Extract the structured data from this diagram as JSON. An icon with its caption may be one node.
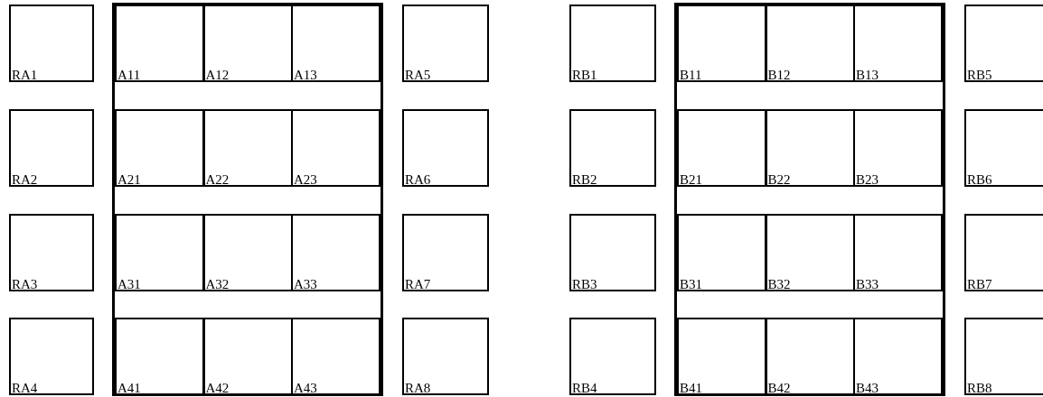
{
  "diagram": {
    "nodes": [
      {
        "text": [
          "RA1"
        ]
      },
      {
        "text": [
          "RA2"
        ]
      },
      {
        "text": [
          "RA3"
        ]
      },
      {
        "text": [
          "RA4"
        ]
      },
      {
        "text": [],
        "shape": "box"
      },
      {
        "text": [
          "A11"
        ],
        "in": 4
      },
      {
        "text": [
          "A12"
        ],
        "in": 4
      },
      {
        "text": [
          "A13"
        ],
        "in": 4
      },
      {
        "text": [
          "A21"
        ],
        "in": 4
      },
      {
        "text": [
          "A22"
        ],
        "in": 4
      },
      {
        "text": [
          "A23"
        ],
        "in": 4
      },
      {
        "text": [
          "A31"
        ],
        "in": 4
      },
      {
        "text": [
          "A32"
        ],
        "in": 4
      },
      {
        "text": [
          "A33"
        ],
        "in": 4
      },
      {
        "text": [
          "A41"
        ],
        "in": 4
      },
      {
        "text": [
          "A42"
        ],
        "in": 4
      },
      {
        "text": [
          "A43"
        ],
        "in": 4
      },
      {
        "text": [
          "RA5"
        ]
      },
      {
        "text": [
          "RA6"
        ]
      },
      {
        "text": [
          "RA7"
        ]
      },
      {
        "text": [
          "RA8"
        ]
      },
      {
        "text": [
          "RB1"
        ]
      },
      {
        "text": [
          "RB2"
        ]
      },
      {
        "text": [
          "RB3"
        ]
      },
      {
        "text": [
          "RB4"
        ]
      },
      {
        "text": [],
        "shape": "box"
      },
      {
        "text": [
          "B11"
        ],
        "in": 25
      },
      {
        "text": [
          "B12"
        ],
        "in": 25
      },
      {
        "text": [
          "B13"
        ],
        "in": 25
      },
      {
        "text": [
          "B21"
        ],
        "in": 25
      },
      {
        "text": [
          "B22"
        ],
        "in": 25
      },
      {
        "text": [
          "B23"
        ],
        "in": 25
      },
      {
        "text": [
          "B31"
        ],
        "in": 25
      },
      {
        "text": [
          "B32"
        ],
        "in": 25
      },
      {
        "text": [
          "B33"
        ],
        "in": 25
      },
      {
        "text": [
          "B41"
        ],
        "in": 25
      },
      {
        "text": [
          "B42"
        ],
        "in": 25
      },
      {
        "text": [
          "B43"
        ],
        "in": 25
      },
      {
        "text": [
          "RB5"
        ]
      },
      {
        "text": [
          "RB6"
        ]
      },
      {
        "text": [
          "RB7"
        ]
      },
      {
        "text": [
          "RB8"
        ]
      }
    ]
  }
}
